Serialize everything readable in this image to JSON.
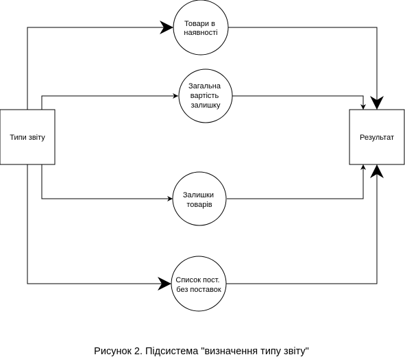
{
  "nodes": {
    "report_types": {
      "label": "Типи звіту"
    },
    "result": {
      "label": "Результат"
    },
    "goods_available": {
      "lines": [
        "Товари в",
        "наявності"
      ]
    },
    "total_stock_value": {
      "lines": [
        "Загальна",
        "вартість",
        "залишку"
      ]
    },
    "goods_remainder": {
      "lines": [
        "Залишки",
        "товарів"
      ]
    },
    "suppliers_list": {
      "lines": [
        "Список пост.",
        "без поставок"
      ]
    }
  },
  "caption": "Рисунок 2. Підсистема \"визначення типу звіту\""
}
